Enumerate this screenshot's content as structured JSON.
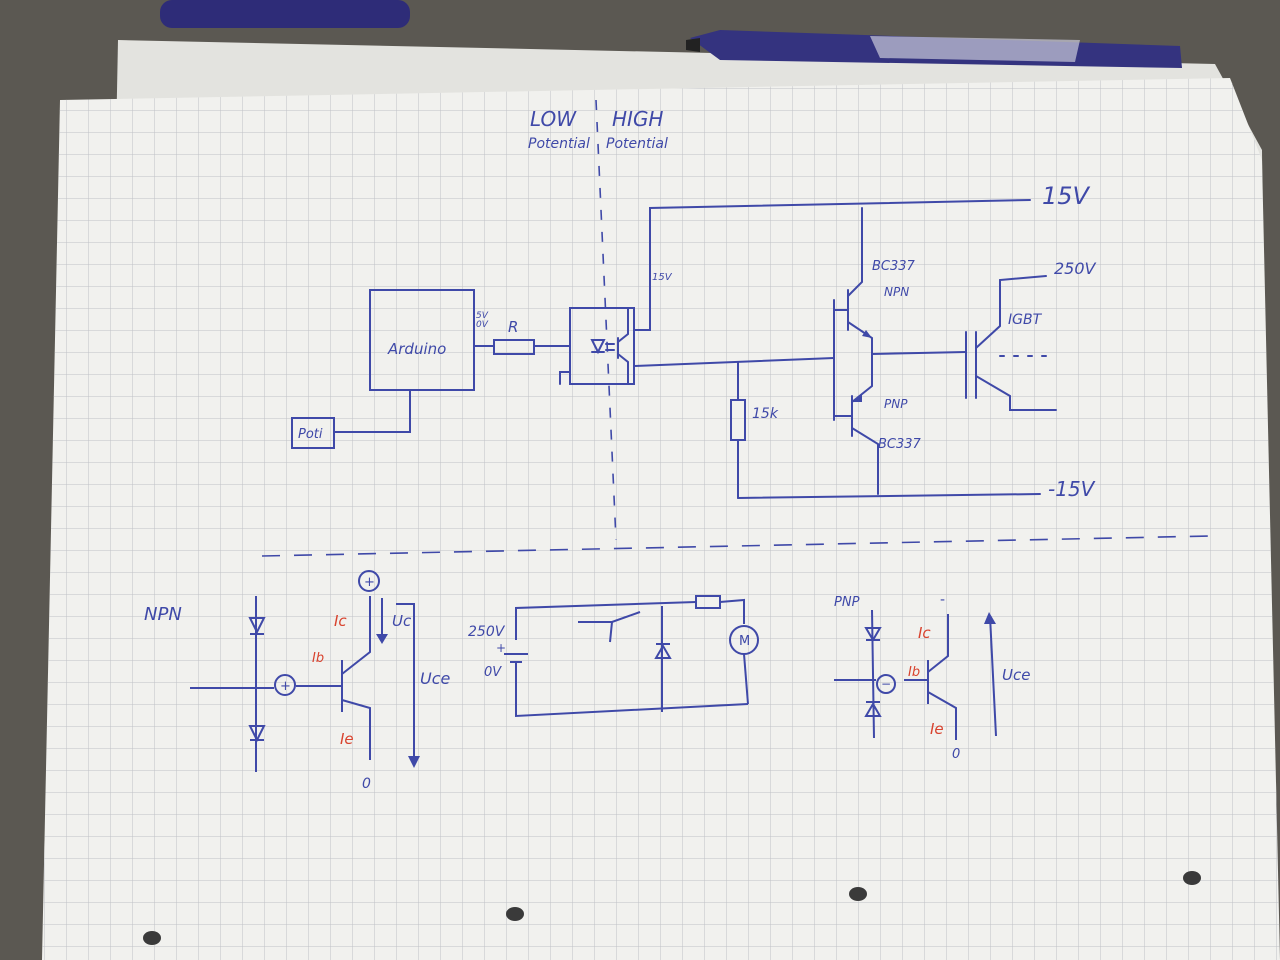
{
  "colors": {
    "background": "#5b5852",
    "paper": "#f1f1ee",
    "grid": "#b9bcc2",
    "ink": "#3f49a8",
    "red_ink": "#d8432e",
    "pen_body": "#2e2c78"
  },
  "header": {
    "low": "LOW",
    "high": "HIGH",
    "low_sub": "Potential",
    "high_sub": "Potential"
  },
  "top_circuit": {
    "arduino_label": "Arduino",
    "rail_5v": "5V",
    "rail_0v": "0V",
    "resistor_label": "R",
    "poti_label": "Poti",
    "opto_supply": "15V",
    "rail_plus": "15V",
    "rail_minus": "-15V",
    "npn_part": "BC337",
    "npn_type": "NPN",
    "pnp_type": "PNP",
    "pnp_part": "BC337",
    "resistor_15k": "15k",
    "igbt_label": "IGBT",
    "hv_label": "250V"
  },
  "npn_sketch": {
    "title": "NPN",
    "plus_sign": "+",
    "ic": "Ic",
    "uc": "Uc",
    "ib": "Ib",
    "uce": "Uce",
    "ie": "Ie",
    "zero": "0"
  },
  "middle_sketch": {
    "v250": "250V",
    "plus": "+",
    "v0": "0V",
    "motor": "M"
  },
  "pnp_sketch": {
    "title": "PNP",
    "minus_top": "-",
    "ic": "Ic",
    "ib": "Ib",
    "minus_sign": "−",
    "uce": "Uce",
    "ie": "Ie",
    "zero": "0"
  }
}
